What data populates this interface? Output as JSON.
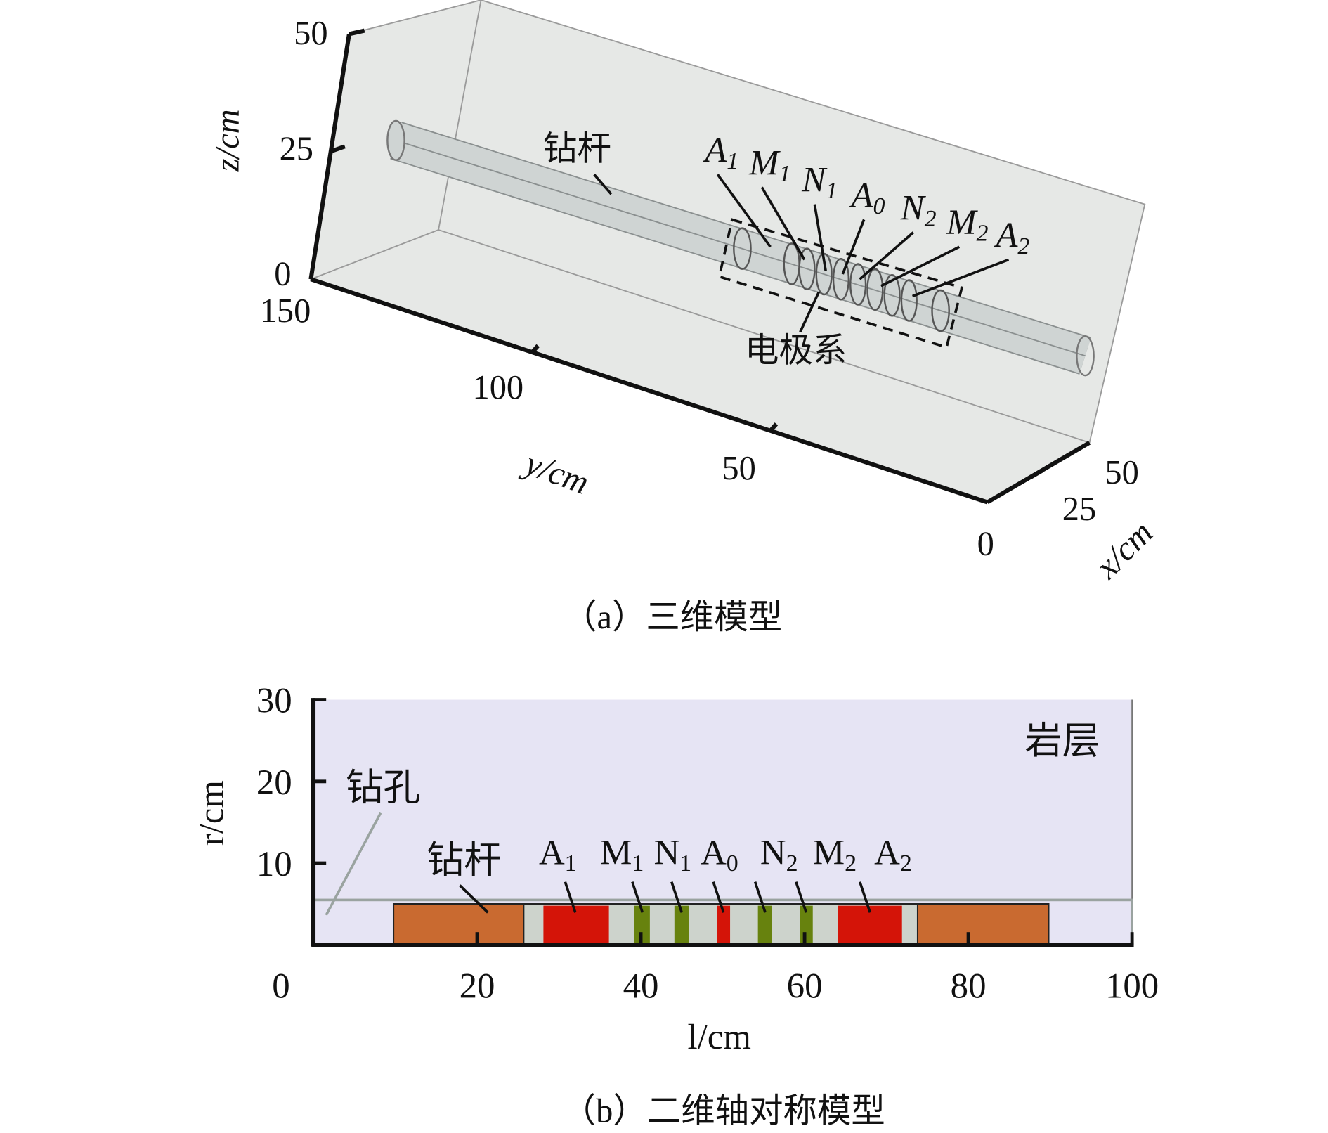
{
  "figure_a": {
    "caption": "（a）三维模型",
    "z_label": "z/cm",
    "y_label": "y/cm",
    "x_label": "x/cm",
    "z_ticks": [
      "50",
      "25",
      "0"
    ],
    "y_ticks": [
      "150",
      "100",
      "50"
    ],
    "x_ticks": [
      "0",
      "25",
      "50"
    ],
    "rod_label": "钻杆",
    "electrode_system_label": "电极系",
    "electrode_labels": [
      "A",
      "M",
      "N",
      "A",
      "N",
      "M",
      "A"
    ],
    "electrode_subs": [
      "1",
      "1",
      "1",
      "0",
      "2",
      "2",
      "2"
    ]
  },
  "chart_data": {
    "type": "diagram",
    "caption": "（b）二维轴对称模型",
    "xlabel": "l/cm",
    "ylabel": "r/cm",
    "xlim": [
      0,
      100
    ],
    "ylim": [
      0,
      30
    ],
    "x_ticks": [
      "0",
      "20",
      "40",
      "60",
      "80",
      "100"
    ],
    "y_ticks": [
      "30",
      "20",
      "10"
    ],
    "formation_label": "岩层",
    "borehole_label": "钻孔",
    "borehole_radius": 5.5,
    "rod_label": "钻杆",
    "rod_radius": 5,
    "rod_range": [
      9.8,
      89.8
    ],
    "colors": {
      "formation": "#e6e4f4",
      "rod": "#c96a30",
      "current": "#d41408",
      "measure": "#67820e",
      "insulator": "#cdd3cc",
      "borehole": "#9aa3a0"
    },
    "segments": [
      {
        "type": "rod",
        "from": 9.8,
        "to": 25.7
      },
      {
        "type": "current",
        "from": 28.1,
        "to": 36.1
      },
      {
        "type": "measure",
        "from": 39.2,
        "to": 41.1
      },
      {
        "type": "measure",
        "from": 44.1,
        "to": 45.9
      },
      {
        "type": "current",
        "from": 49.3,
        "to": 50.9
      },
      {
        "type": "measure",
        "from": 54.3,
        "to": 56.0
      },
      {
        "type": "measure",
        "from": 59.4,
        "to": 61.0
      },
      {
        "type": "current",
        "from": 64.1,
        "to": 71.9
      },
      {
        "type": "rod",
        "from": 73.8,
        "to": 89.8
      }
    ],
    "electrode_labels": [
      {
        "name": "A",
        "sub": "1",
        "at": 32
      },
      {
        "name": "M",
        "sub": "1",
        "at": 40.2
      },
      {
        "name": "N",
        "sub": "1",
        "at": 45
      },
      {
        "name": "A",
        "sub": "0",
        "at": 50.1
      },
      {
        "name": "N",
        "sub": "2",
        "at": 55.2
      },
      {
        "name": "M",
        "sub": "2",
        "at": 60.2
      },
      {
        "name": "A",
        "sub": "2",
        "at": 68
      }
    ]
  }
}
